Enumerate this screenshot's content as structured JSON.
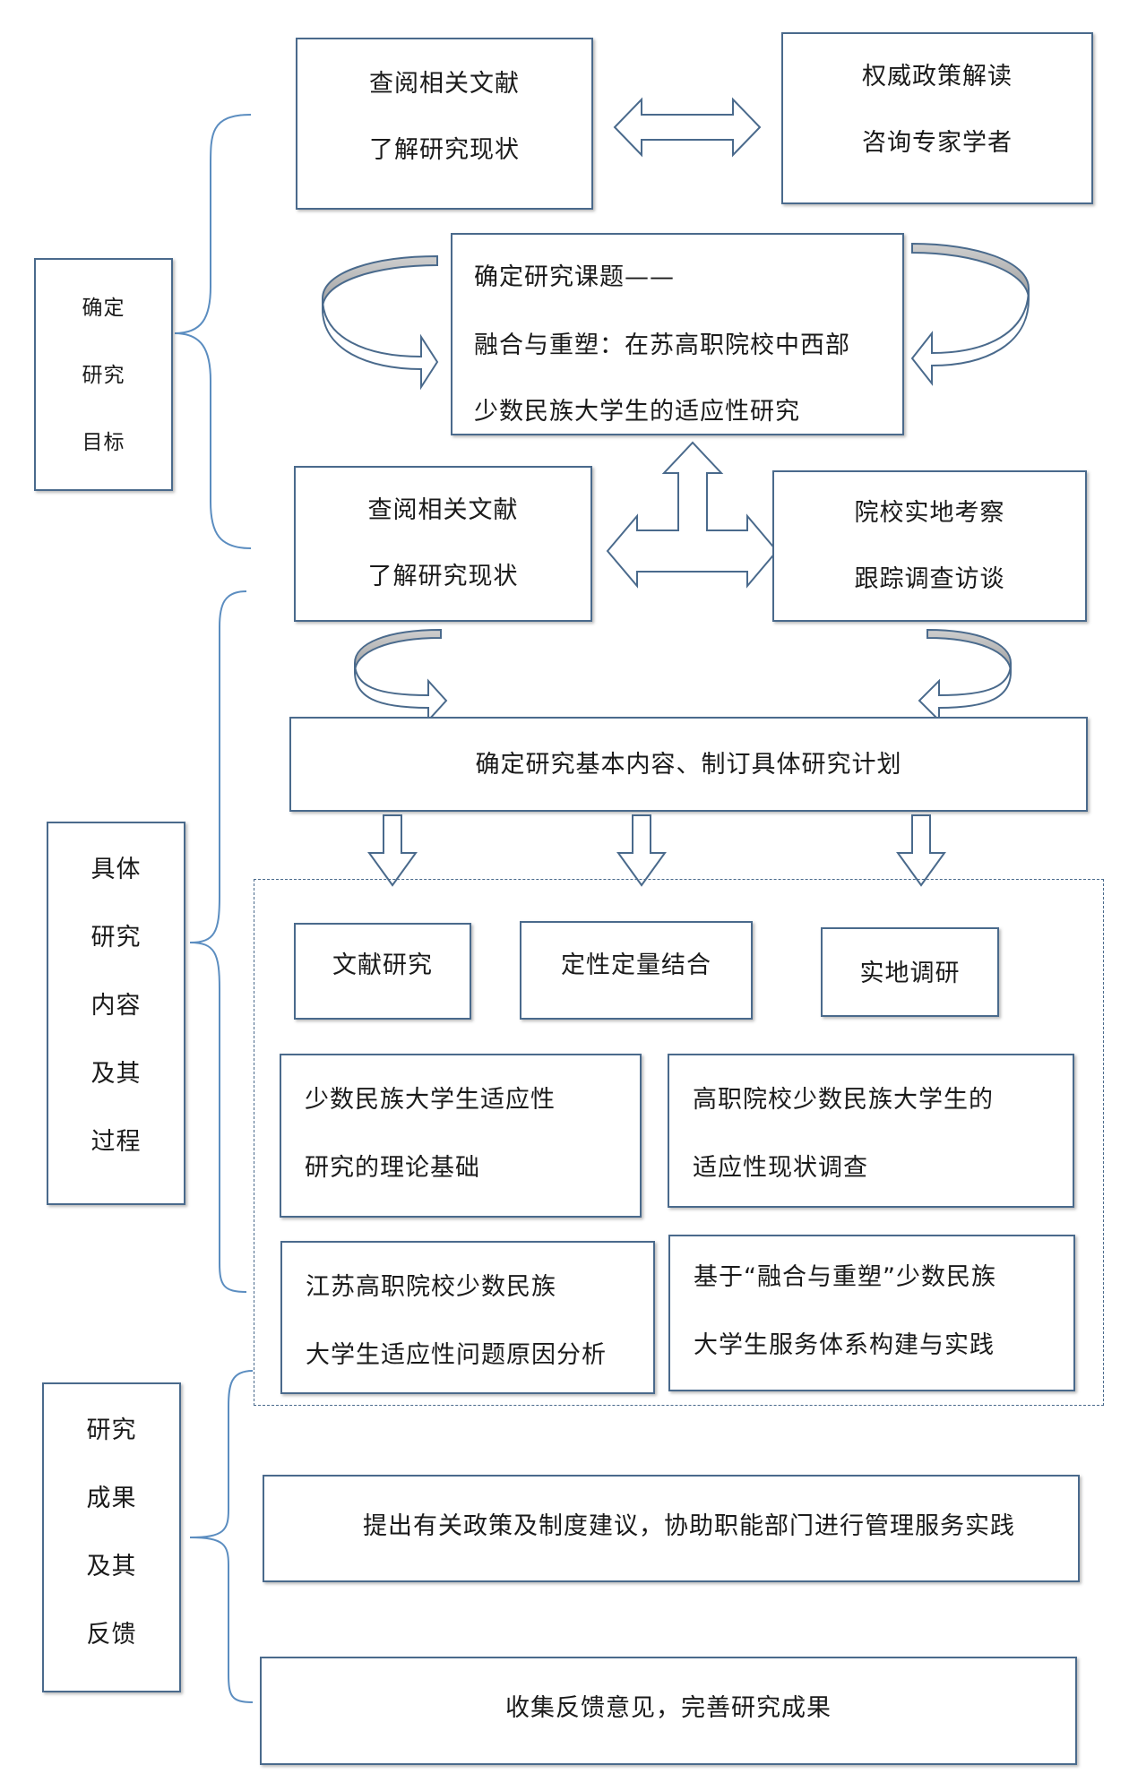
{
  "side_labels": {
    "goal": [
      "确定",
      "研究",
      "目标"
    ],
    "content": [
      "具体",
      "研究",
      "内容",
      "及其",
      "过程"
    ],
    "result": [
      "研究",
      "成果",
      "及其",
      "反馈"
    ]
  },
  "top_left": {
    "line1": "查阅相关文献",
    "line2": "了解研究现状"
  },
  "top_right": {
    "line1": "权威政策解读",
    "line2": "咨询专家学者"
  },
  "topic": {
    "line1": "确定研究课题——",
    "line2": "融合与重塑：在苏高职院校中西部",
    "line3": "少数民族大学生的适应性研究"
  },
  "mid_left": {
    "line1": "查阅相关文献",
    "line2": "了解研究现状"
  },
  "mid_right": {
    "line1": "院校实地考察",
    "line2": "跟踪调查访谈"
  },
  "plan": "确定研究基本内容、制订具体研究计划",
  "methods": [
    "文献研究",
    "定性定量结合",
    "实地调研"
  ],
  "contents": [
    {
      "line1": "少数民族大学生适应性",
      "line2": "研究的理论基础"
    },
    {
      "line1": "高职院校少数民族大学生的",
      "line2": "适应性现状调查"
    },
    {
      "line1": "江苏高职院校少数民族",
      "line2": "大学生适应性问题原因分析"
    },
    {
      "line1": "基于“融合与重塑”少数民族",
      "line2": "大学生服务体系构建与实践"
    }
  ],
  "outputs": {
    "policy": "提出有关政策及制度建议，协助职能部门进行管理服务实践",
    "feedback": "收集反馈意见，完善研究成果"
  },
  "colors": {
    "border": "#4a6a8c",
    "brace": "#5b8dc0",
    "arrow_fill": "#ffffff",
    "arrow_shade": "#bdbdbd"
  }
}
